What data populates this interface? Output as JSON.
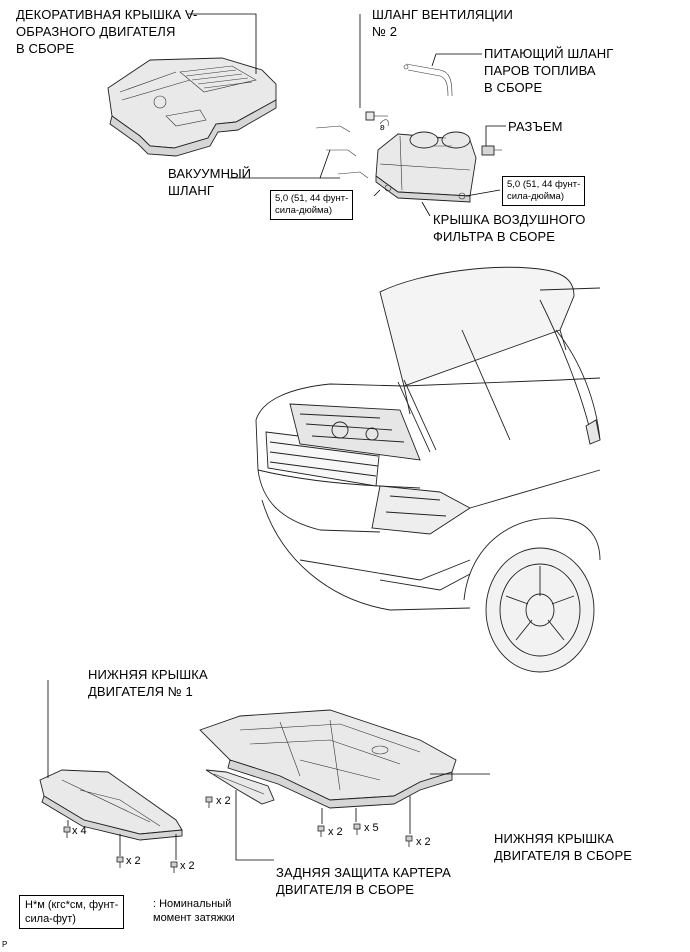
{
  "labels": {
    "engine_cover": "ДЕКОРАТИВНАЯ КРЫШКА V-\nОБРАЗНОГО ДВИГАТЕЛЯ\nВ СБОРЕ",
    "vent_hose": "ШЛАНГ ВЕНТИЛЯЦИИ\n№ 2",
    "fuel_vapor_hose": "ПИТАЮЩИЙ ШЛАНГ\nПАРОВ ТОПЛИВА\nВ СБОРЕ",
    "connector": "РАЗЪЕМ",
    "vacuum_hose": "ВАКУУМНЫЙ\nШЛАНГ",
    "air_cleaner_cap": "КРЫШКА ВОЗДУШНОГО\nФИЛЬТРА В СБОРЕ",
    "engine_under_cover_1": "НИЖНЯЯ КРЫШКА\nДВИГАТЕЛЯ № 1",
    "engine_under_cover_assy": "НИЖНЯЯ КРЫШКА\nДВИГАТЕЛЯ В СБОРЕ",
    "rear_oil_pan_protector": "ЗАДНЯЯ ЗАЩИТА КАРТЕРА\nДВИГАТЕЛЯ В СБОРЕ"
  },
  "torque_specs": {
    "left": "5,0 (51, 44 фунт-\nсила-дюйма)",
    "right": "5,0 (51, 44 фунт-\nсила-дюйма)"
  },
  "fastener_counts": {
    "c1": "x 4",
    "c2": "x 2",
    "c3": "x 2",
    "c4": "x 2",
    "c5": "x 2",
    "c6": "x 5",
    "c7": "x 2"
  },
  "legend": {
    "box": "Н*м (кгс*см, фунт-\nсила-фут)",
    "text": ": Номинальный\nмомент затяжки"
  },
  "corner_marker": "P",
  "icons": [
    "clip-icon",
    "bolt-icon",
    "engine-cover-part",
    "air-cleaner-part",
    "vehicle-front-view",
    "under-cover-part"
  ]
}
